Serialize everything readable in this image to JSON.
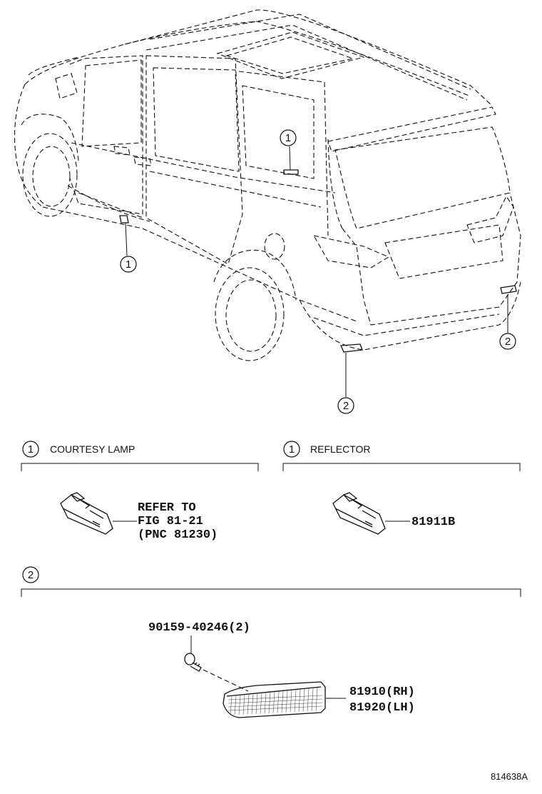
{
  "callouts": {
    "courtesy_left": "1",
    "courtesy_window": "1",
    "reflector_right": "2",
    "reflector_bottom": "2"
  },
  "sections": {
    "courtesy": {
      "number": "1",
      "title": "COURTESY LAMP"
    },
    "reflector_header": {
      "number": "1",
      "title": "REFLECTOR"
    },
    "reflector_parts": {
      "number": "2"
    }
  },
  "parts": {
    "courtesy_ref_line1": "REFER TO",
    "courtesy_ref_line2": "FIG 81-21",
    "courtesy_ref_line3": "(PNC 81230)",
    "reflector_lamp": "81911B",
    "screw": "90159-40246(2)",
    "reflector_rh": "81910(RH)",
    "reflector_lh": "81920(LH)"
  },
  "figure_code": "814638A"
}
